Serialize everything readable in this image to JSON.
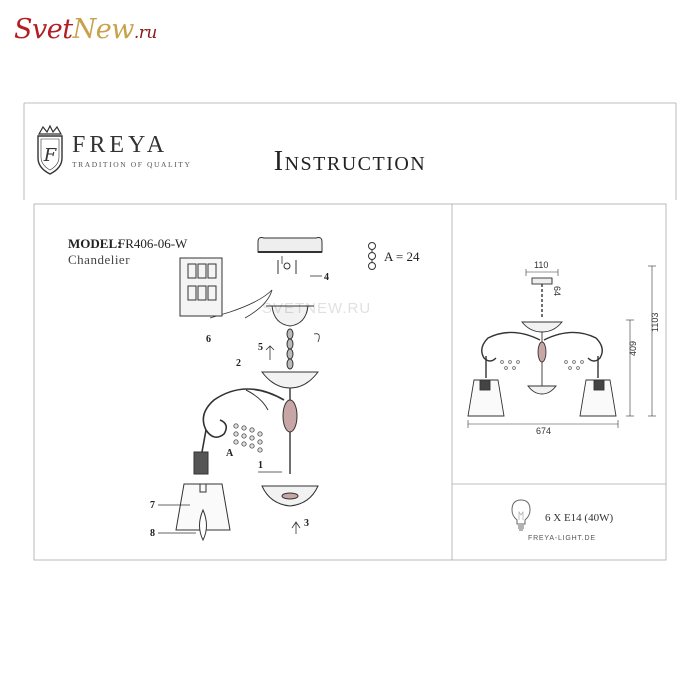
{
  "site_logo": {
    "part1": "Svet",
    "part2": "New",
    "part3": ".ru"
  },
  "brand": {
    "name": "FREYA",
    "tagline": "TRADITION OF QUALITY"
  },
  "title": "Instruction",
  "model": {
    "label": "MODEL:",
    "code": "FR406-06-W",
    "type": "Chandelier"
  },
  "parts": {
    "count_label": "A = 24"
  },
  "callouts": [
    "1",
    "2",
    "3",
    "4",
    "5",
    "6",
    "7",
    "8",
    "A"
  ],
  "dimensions": {
    "top_width": "110",
    "top_height": "64",
    "height_min": "409",
    "height_max": "1103",
    "width": "674"
  },
  "bulb": {
    "spec": "6 X E14 (40W)"
  },
  "website": "FREYA-LIGHT.DE",
  "watermark": "SVETNEW.RU",
  "colors": {
    "logo_red": "#b31d24",
    "logo_gold": "#c8a24a",
    "line": "#999999"
  }
}
